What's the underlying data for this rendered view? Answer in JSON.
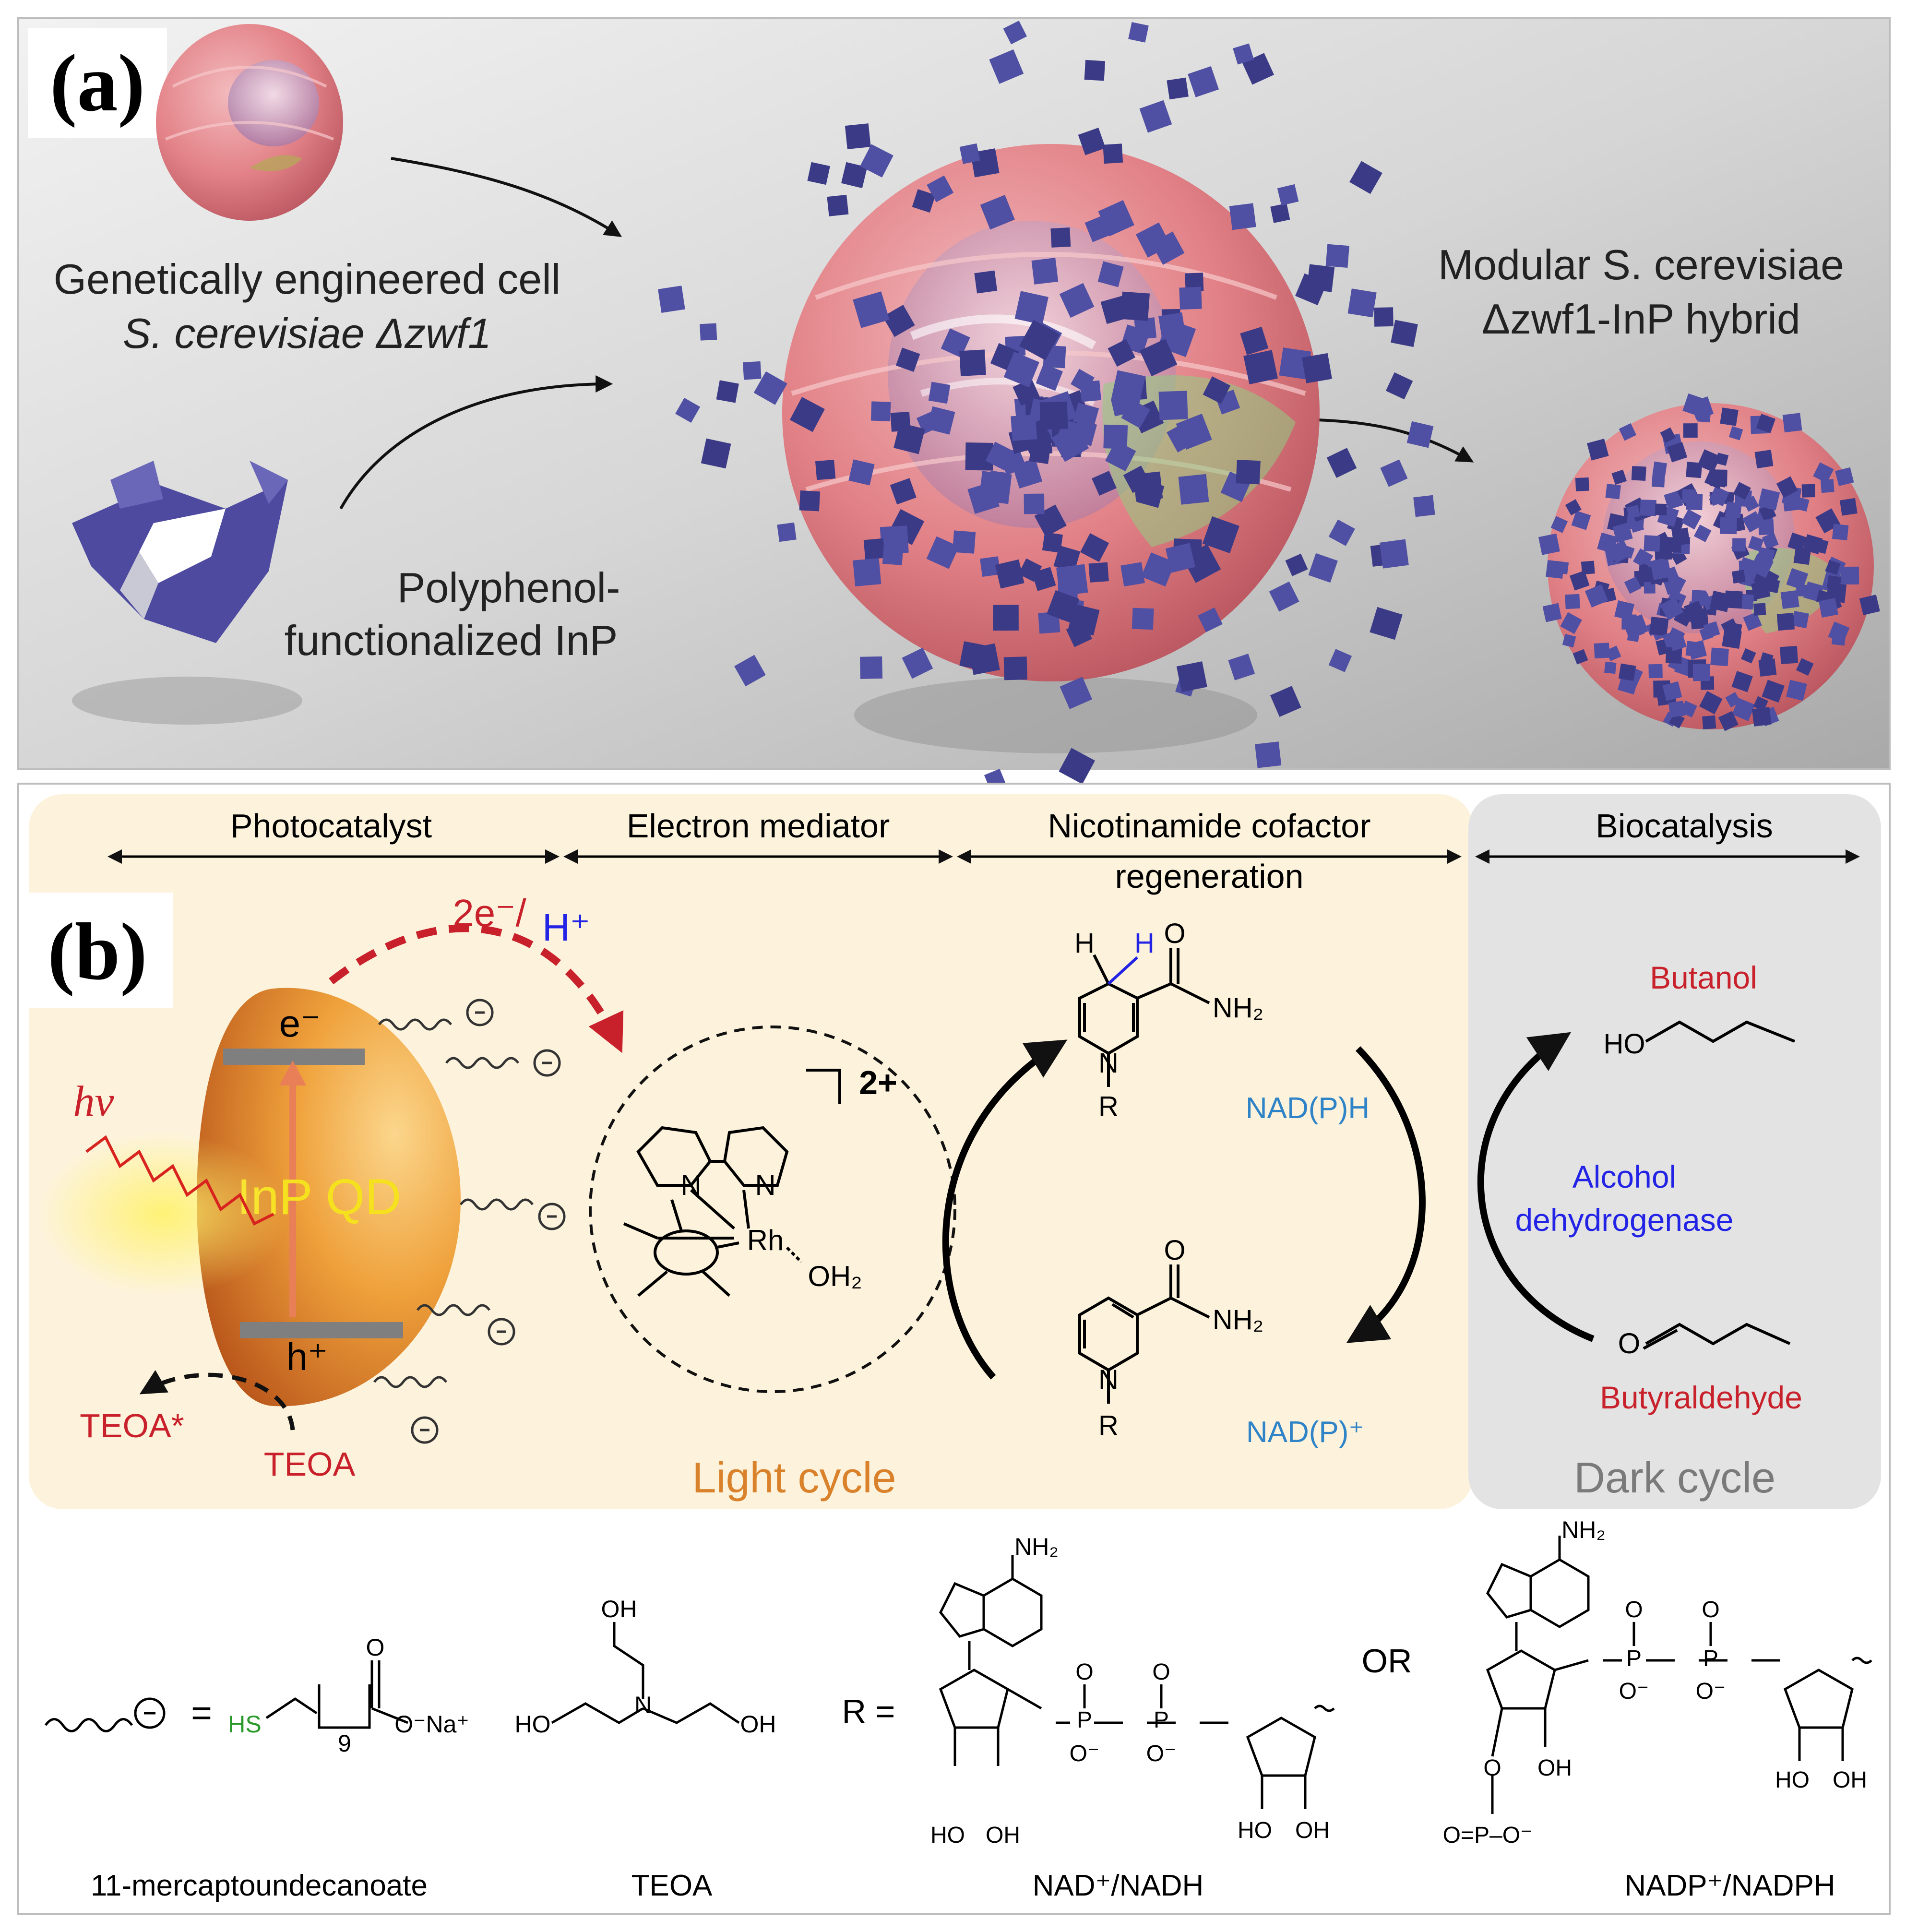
{
  "panel_a": {
    "label": "(a)",
    "cell_caption_1": "Genetically engineered cell",
    "cell_caption_2": "S. cerevisiae Δzwf1",
    "inp_caption_1": "Polyphenol-",
    "inp_caption_2": "functionalized InP",
    "hybrid_caption_1": "Modular S. cerevisiae",
    "hybrid_caption_2": "Δzwf1-InP hybrid"
  },
  "panel_b": {
    "label": "(b)",
    "header_photocatalyst": "Photocatalyst",
    "header_mediator": "Electron mediator",
    "header_cofactor_1": "Nicotinamide cofactor",
    "header_cofactor_2": "regeneration",
    "header_biocatalysis": "Biocatalysis",
    "electron_transfer": "2e⁻/",
    "proton": "H⁺",
    "hv": "hν",
    "electron": "e⁻",
    "hole": "h⁺",
    "qd_label": "InP QD",
    "teoa_ox": "TEOA*",
    "teoa": "TEOA",
    "charge": "2+",
    "rh": "Rh",
    "oh2": "OH₂",
    "n_atom": "N",
    "h_atom": "H",
    "nh2": "NH₂",
    "o_atom": "O",
    "r_group": "R",
    "nadph": "NAD(P)H",
    "nadp_plus": "NAD(P)⁺",
    "butanol": "Butanol",
    "ho": "HO",
    "enzyme_1": "Alcohol",
    "enzyme_2": "dehydrogenase",
    "butyraldehyde": "Butyraldehyde",
    "light_cycle": "Light cycle",
    "dark_cycle": "Dark cycle"
  },
  "legend": {
    "equals": "=",
    "hs": "HS",
    "subscript_9": "9",
    "o_na": "O⁻Na⁺",
    "mercapto_name": "11-mercaptoundecanoate",
    "oh": "OH",
    "ho": "HO",
    "teoa_name": "TEOA",
    "r_equals": "R =",
    "or": "OR",
    "nh2": "NH₂",
    "p": "P",
    "o": "O",
    "o_minus": "O⁻",
    "o_double": "O=P–O⁻",
    "nad_name": "NAD⁺/NADH",
    "nadp_name": "NADP⁺/NADPH"
  },
  "colors": {
    "light_cycle_bg": "#fdf3dc",
    "dark_cycle_bg": "#e3e3e3",
    "red_label": "#c8212b",
    "blue_label": "#2f83c7",
    "enzyme_blue": "#2323e6",
    "light_cycle_text": "#d9822b",
    "dark_cycle_text": "#7a7a7a",
    "qd_text": "#f5e11e",
    "cube": "#4f4fa3",
    "cell": "#e7787e"
  }
}
